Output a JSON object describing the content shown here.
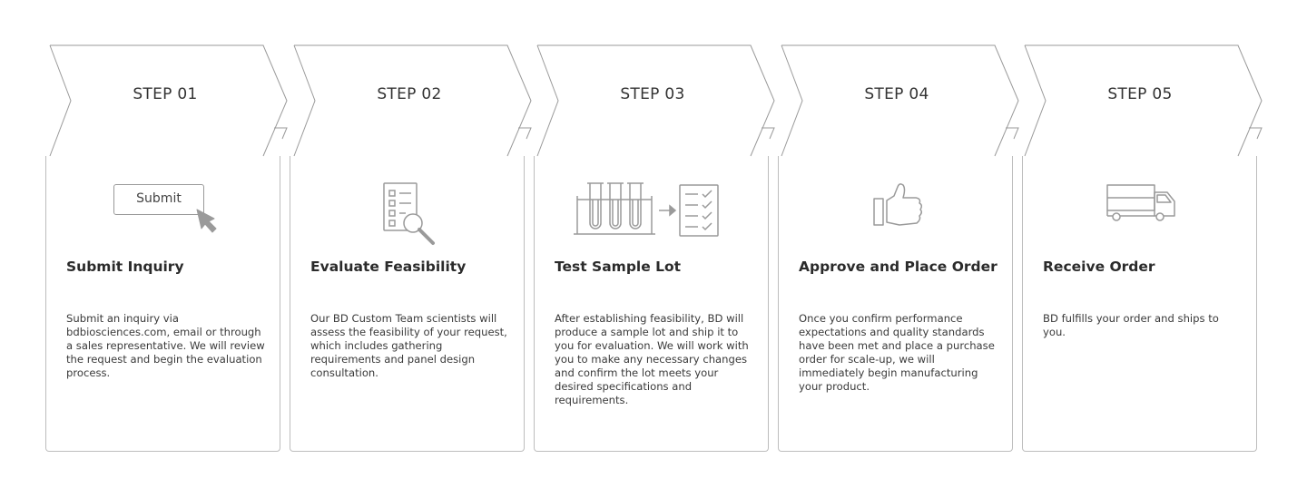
{
  "colors": {
    "stroke": "#9a9a9a",
    "card_border": "#bdbdbd",
    "text": "#333333"
  },
  "steps": [
    {
      "label": "STEP 01",
      "title": "Submit Inquiry",
      "icon": "submit-button-cursor-icon",
      "icon_text": "Submit",
      "description": "Submit an inquiry via bdbiosciences.com, email or through a sales representative. We will review the request and begin the evaluation process."
    },
    {
      "label": "STEP 02",
      "title": "Evaluate Feasibility",
      "icon": "checklist-magnifier-icon",
      "description": "Our BD Custom Team scientists will assess the feasibility of your request, which includes gathering requirements and panel design consultation."
    },
    {
      "label": "STEP 03",
      "title": "Test Sample Lot",
      "icon": "test-tubes-to-checklist-icon",
      "description": "After establishing feasibility, BD will produce a sample lot and ship it to you for evaluation. We will work with you to make any necessary changes and confirm the lot meets your desired specifications and requirements."
    },
    {
      "label": "STEP 04",
      "title": "Approve and Place Order",
      "icon": "thumbs-up-icon",
      "description": "Once you confirm performance expectations and quality standards have been met and place a purchase order for scale-up, we will immediately begin manufacturing your product."
    },
    {
      "label": "STEP 05",
      "title": "Receive Order",
      "icon": "delivery-truck-icon",
      "description": "BD fulfills your order and ships to you."
    }
  ]
}
